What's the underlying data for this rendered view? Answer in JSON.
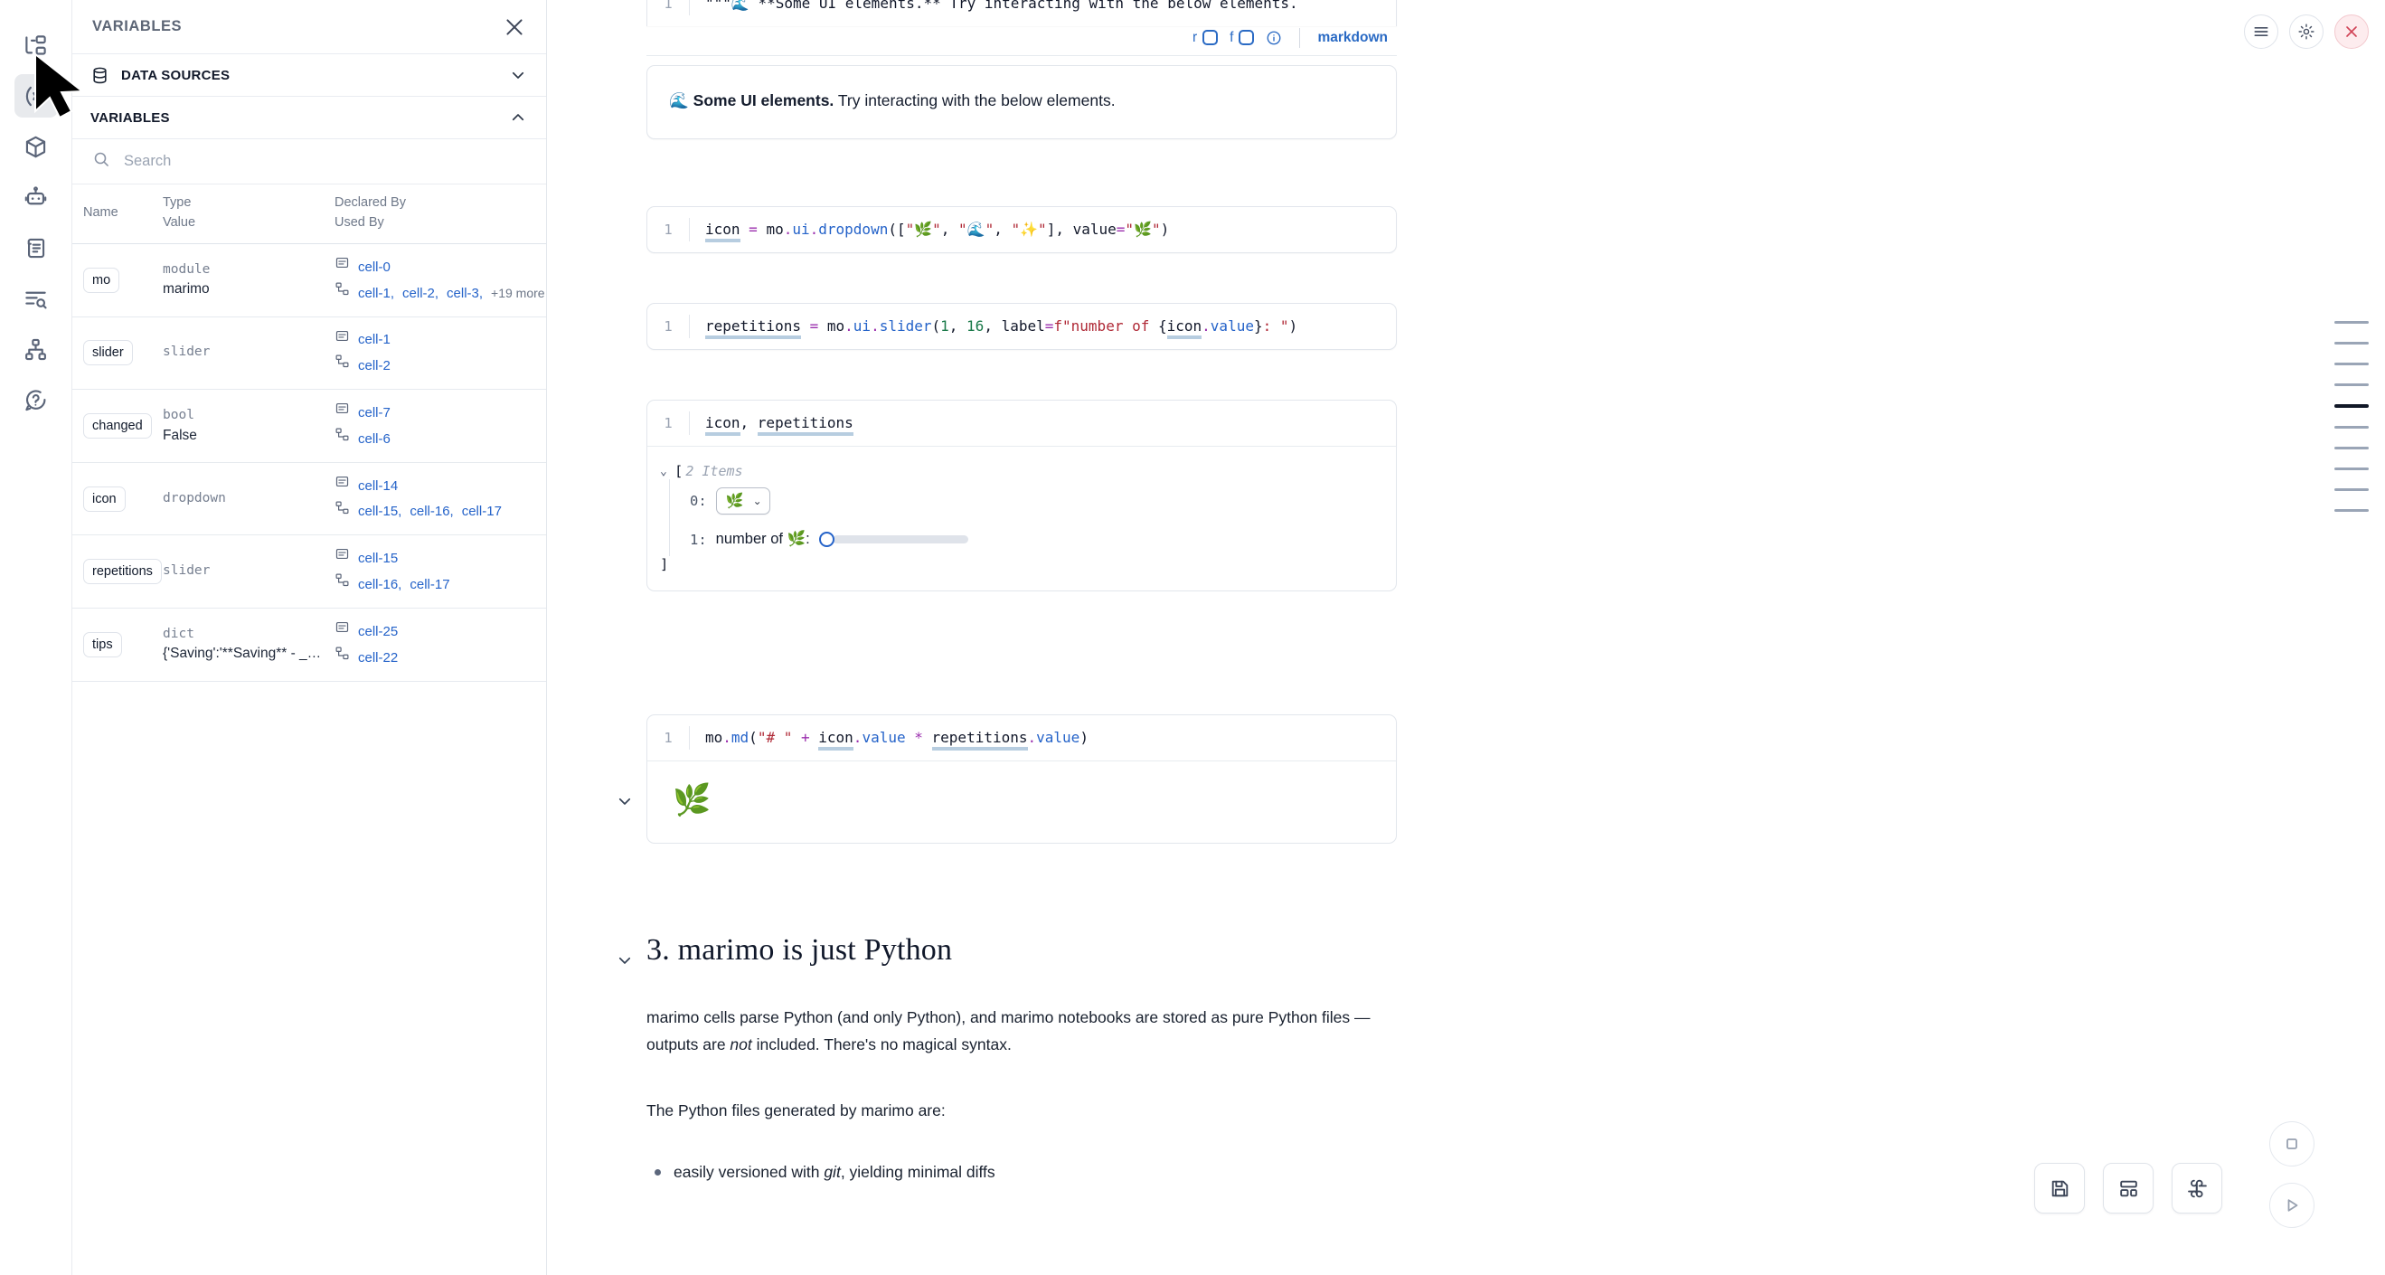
{
  "rail": {
    "items": [
      {
        "name": "file-explorer-icon",
        "label": "File explorer"
      },
      {
        "name": "variables-icon",
        "label": "Variables",
        "active": true
      },
      {
        "name": "packages-icon",
        "label": "Packages"
      },
      {
        "name": "chat-bot-icon",
        "label": "AI assistant"
      },
      {
        "name": "documentation-icon",
        "label": "Documentation"
      },
      {
        "name": "outline-search-icon",
        "label": "Outline"
      },
      {
        "name": "dependency-graph-icon",
        "label": "Dependency graph"
      },
      {
        "name": "help-icon",
        "label": "Help"
      }
    ]
  },
  "panel": {
    "title": "VARIABLES",
    "close_label": "×",
    "sections": [
      {
        "label": "DATA SOURCES",
        "expanded": false
      },
      {
        "label": "VARIABLES",
        "expanded": true
      }
    ],
    "search": {
      "placeholder": "Search",
      "value": ""
    },
    "table": {
      "headers": {
        "name": "Name",
        "type": "Type",
        "value": "Value",
        "declared_by": "Declared By",
        "used_by": "Used By"
      },
      "rows": [
        {
          "name": "mo",
          "type": "module",
          "value": "marimo",
          "declared_by": [
            "cell-0"
          ],
          "used_by": [
            "cell-1",
            "cell-2",
            "cell-3"
          ],
          "used_by_more": "+19 more"
        },
        {
          "name": "slider",
          "type": "slider",
          "value": "",
          "declared_by": [
            "cell-1"
          ],
          "used_by": [
            "cell-2"
          ],
          "used_by_more": ""
        },
        {
          "name": "changed",
          "type": "bool",
          "value": "False",
          "declared_by": [
            "cell-7"
          ],
          "used_by": [
            "cell-6"
          ],
          "used_by_more": ""
        },
        {
          "name": "icon",
          "type": "dropdown",
          "value": "",
          "declared_by": [
            "cell-14"
          ],
          "used_by": [
            "cell-15",
            "cell-16",
            "cell-17"
          ],
          "used_by_more": ""
        },
        {
          "name": "repetitions",
          "type": "slider",
          "value": "",
          "declared_by": [
            "cell-15"
          ],
          "used_by": [
            "cell-16",
            "cell-17"
          ],
          "used_by_more": ""
        },
        {
          "name": "tips",
          "type": "dict",
          "value": "{'Saving':'**Saving** - _Na...",
          "declared_by": [
            "cell-25"
          ],
          "used_by": [
            "cell-22"
          ],
          "used_by_more": ""
        }
      ]
    }
  },
  "notebook": {
    "top_cell": {
      "line_number": "1",
      "code_truncated": "\"\"\"🌊 **Some UI elements.** Try interacting with the below elements."
    },
    "top_toolbar": {
      "hint_r": "r",
      "hint_f": "f",
      "info_icon": "info-icon",
      "language": "markdown",
      "menu_icon": "hamburger-icon",
      "settings_icon": "gear-icon",
      "close_icon": "close-icon"
    },
    "markdown_output": {
      "emoji": "🌊",
      "bold_text": "Some UI elements.",
      "rest_text": " Try interacting with the below elements."
    },
    "cells": [
      {
        "line_number": "1",
        "code_plain": "icon = mo.ui.dropdown([\"🌿\", \"🌊\", \"✨\"], value=\"🌿\")"
      },
      {
        "line_number": "1",
        "code_plain": "repetitions = mo.ui.slider(1, 16, label=f\"number of {icon.value}: \")",
        "slider_min": "1",
        "slider_max": "16"
      },
      {
        "line_number": "1",
        "code_plain": "icon, repetitions"
      },
      {
        "line_number": "1",
        "code_plain": "mo.md(\"# \" + icon.value * repetitions.value)"
      }
    ],
    "tuple_output": {
      "open_bracket": "[",
      "items_label": "2 Items",
      "close_bracket": "]",
      "item0_index": "0:",
      "item0_value": "🌿",
      "item1_index": "1:",
      "item1_label": "number of 🌿:",
      "item1_slider_fill_pct": 0
    },
    "md_output_emoji": "🌿",
    "section": {
      "heading": "3. marimo is just Python",
      "paragraph1_a": "marimo cells parse Python (and only Python), and marimo notebooks are stored as pure Python files — outputs are ",
      "paragraph1_em": "not",
      "paragraph1_b": " included. There's no magical syntax.",
      "paragraph2": "The Python files generated by marimo are:",
      "bullets": [
        {
          "a": "easily versioned with ",
          "em": "git",
          "b": ", yielding minimal diffs"
        }
      ]
    },
    "minimap": {
      "lines": 10,
      "active_index": 4
    },
    "bottom_toolbar": {
      "save_icon": "save-icon",
      "layout_icon": "layout-grid-icon",
      "command_icon": "command-palette-icon",
      "stop_icon": "stop-icon",
      "run_icon": "run-icon"
    }
  },
  "colors": {
    "accent_link": "#2563c9",
    "active_rail": "#e8eaed",
    "danger": "#d14456",
    "muted_text": "#6e7889"
  }
}
